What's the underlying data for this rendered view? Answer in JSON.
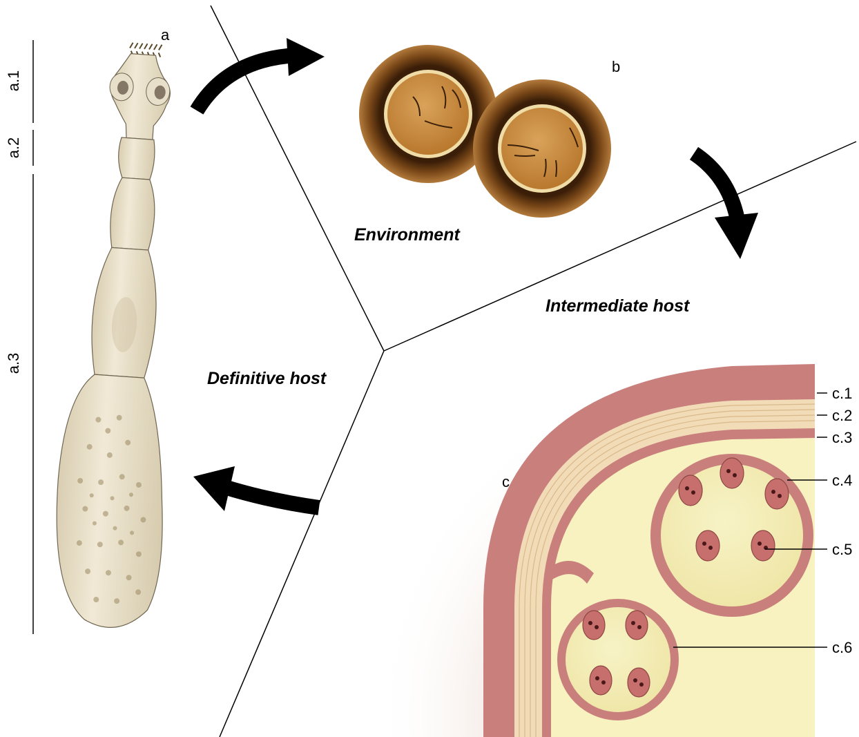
{
  "regions": {
    "environment": "Environment",
    "intermediate_host": "Intermediate host",
    "definitive_host": "Definitive host"
  },
  "panels": {
    "a": "a",
    "b": "b",
    "c": "c"
  },
  "worm_parts": {
    "a1": "a.1",
    "a2": "a.2",
    "a3": "a.3"
  },
  "cyst_layers": {
    "c1": "c.1",
    "c2": "c.2",
    "c3": "c.3",
    "c4": "c.4",
    "c5": "c.5",
    "c6": "c.6"
  },
  "colors": {
    "worm_body": "#ece3cd",
    "egg_shell": "#6b3d12",
    "egg_core": "#c88a3a",
    "host_tissue": "#c97f7c",
    "laminated_layer": "#f2dcb8",
    "cyst_fluid": "#f7f2c0",
    "arrow": "#000000"
  }
}
